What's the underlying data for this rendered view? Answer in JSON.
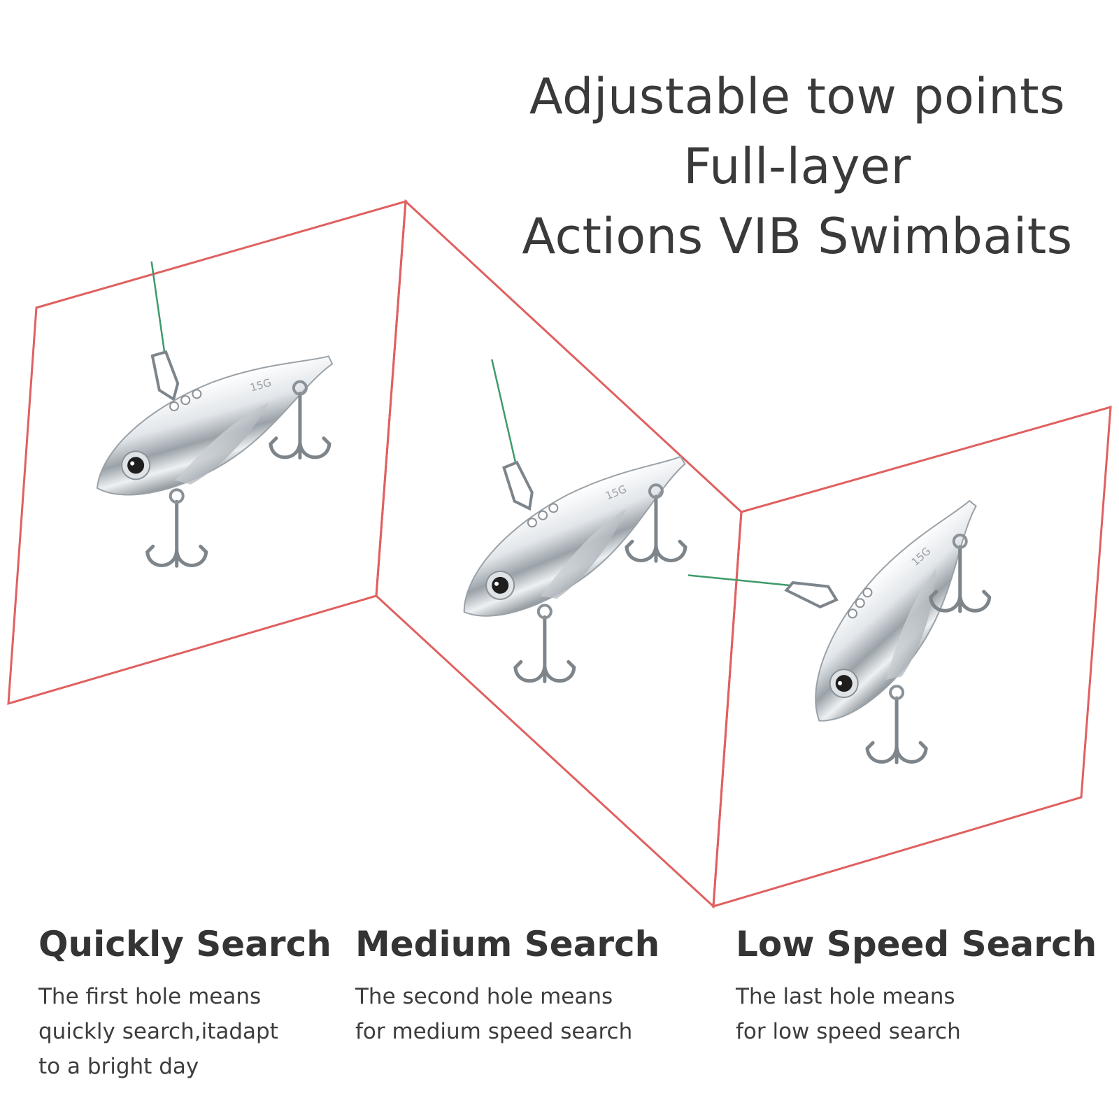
{
  "title": {
    "line1": "Adjustable tow points",
    "line2": "Full-layer",
    "line3": "Actions VIB Swimbaits"
  },
  "colors": {
    "frame": "#e06060",
    "line": "#3e9a6a",
    "text": "#3a3a3a"
  },
  "lures": [
    {
      "weight_label": "15G"
    },
    {
      "weight_label": "15G"
    },
    {
      "weight_label": "15G"
    }
  ],
  "sections": [
    {
      "heading": "Quickly Search",
      "desc": [
        "The first hole means",
        "quickly search,itadapt",
        "to a bright day"
      ]
    },
    {
      "heading": "Medium Search",
      "desc": [
        "The second hole means",
        "for medium speed search"
      ]
    },
    {
      "heading": "Low Speed Search",
      "desc": [
        "The last hole means",
        "for low speed search"
      ]
    }
  ]
}
